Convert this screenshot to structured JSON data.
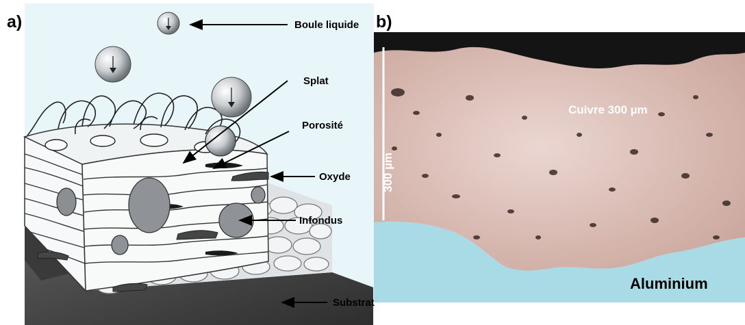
{
  "panels": {
    "a": "a)",
    "b": "b)"
  },
  "diagram": {
    "callouts": {
      "boule": "Boule liquide",
      "splat": "Splat",
      "porosite": "Porosité",
      "oxyde": "Oxyde",
      "infondus": "Infondus",
      "substrat": "Substrat"
    }
  },
  "micrograph": {
    "coating_label": "Cuivre 300 µm",
    "substrate_label": "Aluminium",
    "scale_label": "300 µm"
  },
  "colors": {
    "background": "#ffffff",
    "diagram_bg": "#e9f6f9",
    "copper": "#d9bcb3",
    "aluminium": "#a9dbe6",
    "dark_top": "#141414"
  }
}
